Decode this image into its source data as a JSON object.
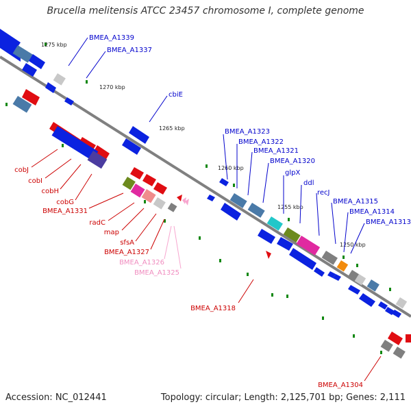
{
  "header": {
    "title": "Brucella melitensis ATCC 23457 chromosome I, complete genome"
  },
  "footer": {
    "accession": "Accession: NC_012441",
    "stats": "Topology: circular; Length: 2,125,701 bp; Genes: 2,111"
  },
  "colors": {
    "backbone": "#808080",
    "tick": "#118811",
    "forward_gene": "#0b22e0",
    "reverse_gene": "#e00d12",
    "label_forward": "#0000cc",
    "label_reverse": "#cc0000",
    "label_pseudo": "#f08cbf",
    "cobalt_blue": "#4a7aa8",
    "teal": "#22c7c9",
    "olive": "#6d8a1e",
    "magenta": "#e02aa0",
    "orange": "#f28b0c",
    "gray": "#7f7f7f",
    "light_gray": "#c8c8c8",
    "salmon": "#f08c8c",
    "violet": "#4b3ca0",
    "pink": "#f7a6cf"
  },
  "scale_labels": [
    "1275 kbp",
    "1270 kbp",
    "1265 kbp",
    "1260 kbp",
    "1255 kbp",
    "1250 kbp"
  ],
  "forward_labels": [
    "BMEA_A1339",
    "BMEA_A1337",
    "cbiE",
    "BMEA_A1323",
    "BMEA_A1322",
    "BMEA_A1321",
    "BMEA_A1320",
    "glpX",
    "ddl",
    "recJ",
    "BMEA_A1315",
    "BMEA_A1314",
    "BMEA_A1313"
  ],
  "reverse_labels": [
    "cobJ",
    "cobI",
    "cobH",
    "cobG",
    "BMEA_A1331",
    "radC",
    "map",
    "sfsA",
    "BMEA_A1327",
    "BMEA_A1318",
    "BMEA_A1304"
  ],
  "pseudo_labels": [
    "BMEA_A1326",
    "BMEA_A1325"
  ]
}
